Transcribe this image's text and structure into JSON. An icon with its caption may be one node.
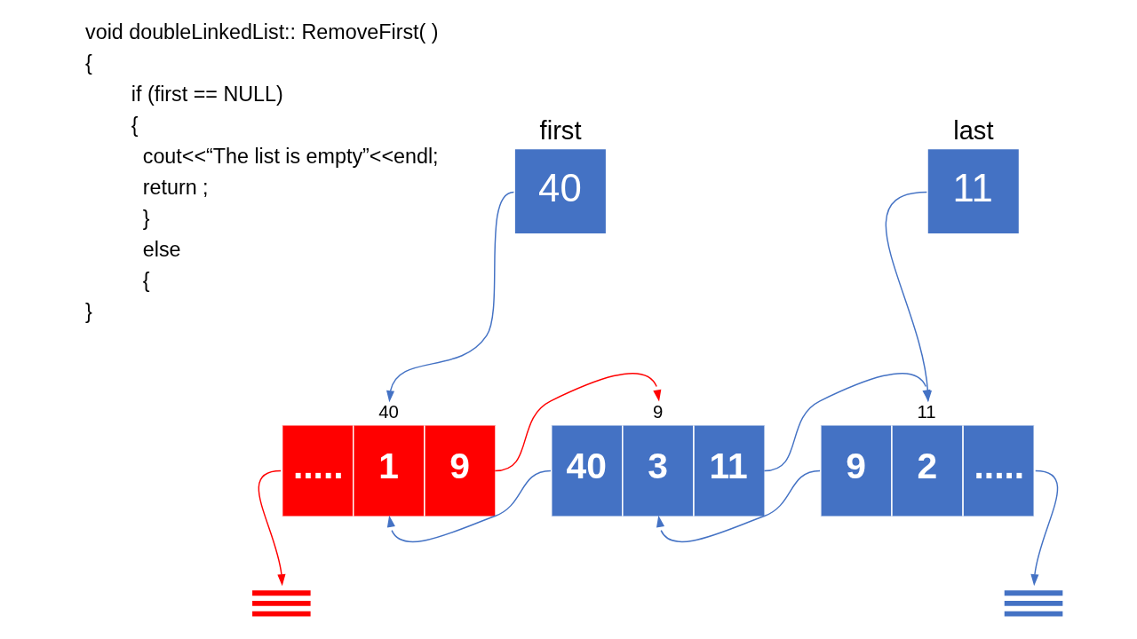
{
  "diagram": {
    "nodes": [
      {
        "text": [
          "first",
          "40"
        ]
      },
      {
        "text": [
          "last",
          "11"
        ]
      },
      {
        "text": [
          ".....",
          "1",
          "9"
        ],
        "beside": [
          "40"
        ]
      },
      {
        "text": [
          "40",
          "3",
          "11"
        ],
        "beside": [
          "9"
        ]
      },
      {
        "text": [
          "9",
          "2",
          "....."
        ],
        "beside": [
          "11"
        ]
      },
      {
        "text": [],
        "shape": "ground"
      },
      {
        "text": [],
        "shape": "ground"
      }
    ],
    "edges": [
      {
        "from": 0,
        "to": 2,
        "arrow": "to"
      },
      {
        "from": 2,
        "to": 3,
        "arrow": "to",
        "color": "#ff0000"
      },
      {
        "from": 3,
        "to": 4,
        "arrow": "to"
      },
      {
        "from": 1,
        "to": 4,
        "arrow": "to"
      },
      {
        "from": 4,
        "to": 3,
        "arrow": "to"
      },
      {
        "from": 3,
        "to": 2,
        "arrow": "to"
      },
      {
        "from": 2,
        "to": 5,
        "arrow": "to",
        "color": "#ff0000"
      },
      {
        "from": 4,
        "to": 6,
        "arrow": "to"
      }
    ],
    "labels": [
      "void doubleLinkedList:: RemoveFirst( )",
      "{",
      "if (first == NULL)",
      "{",
      "cout<<“The list is empty”<<endl;",
      "return ;",
      "}",
      "else",
      "{",
      "}"
    ]
  }
}
